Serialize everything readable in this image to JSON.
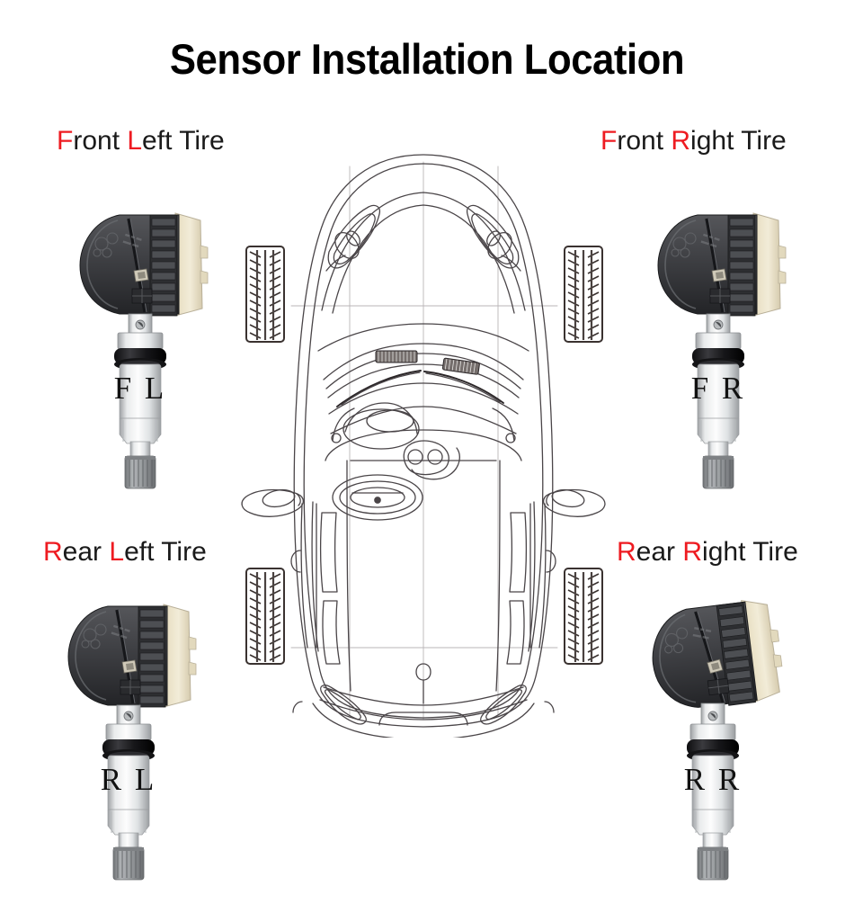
{
  "page": {
    "title": "Sensor Installation Location",
    "background_color": "#ffffff",
    "accent_color": "#ee1b21",
    "text_color": "#1a1a1a"
  },
  "diagram": {
    "type": "tpms-sensor-installation-map",
    "vehicle_view": "top-down car outline",
    "wheel_count": 4
  },
  "labels": {
    "front_left": {
      "highlight_1": "F",
      "rest_1": "ront ",
      "highlight_2": "L",
      "rest_2": "eft Tire"
    },
    "front_right": {
      "highlight_1": "F",
      "rest_1": "ront ",
      "highlight_2": "R",
      "rest_2": "ight Tire"
    },
    "rear_left": {
      "highlight_1": "R",
      "rest_1": "ear ",
      "highlight_2": "L",
      "rest_2": "eft Tire"
    },
    "rear_right": {
      "highlight_1": "R",
      "rest_1": "ear ",
      "highlight_2": "R",
      "rest_2": "ight Tire"
    }
  },
  "sensors": [
    {
      "position": "front-left",
      "stem_marking": "F L",
      "body_color": "#3b3c3e",
      "cap_color": "#ece4cc",
      "stem_color": "#d8dadb"
    },
    {
      "position": "front-right",
      "stem_marking": "F R",
      "body_color": "#3b3c3e",
      "cap_color": "#ece4cc",
      "stem_color": "#d8dadb"
    },
    {
      "position": "rear-left",
      "stem_marking": "R L",
      "body_color": "#3b3c3e",
      "cap_color": "#ece4cc",
      "stem_color": "#d8dadb"
    },
    {
      "position": "rear-right",
      "stem_marking": "R R",
      "body_color": "#3b3c3e",
      "cap_color": "#ece4cc",
      "stem_color": "#d8dadb"
    }
  ]
}
